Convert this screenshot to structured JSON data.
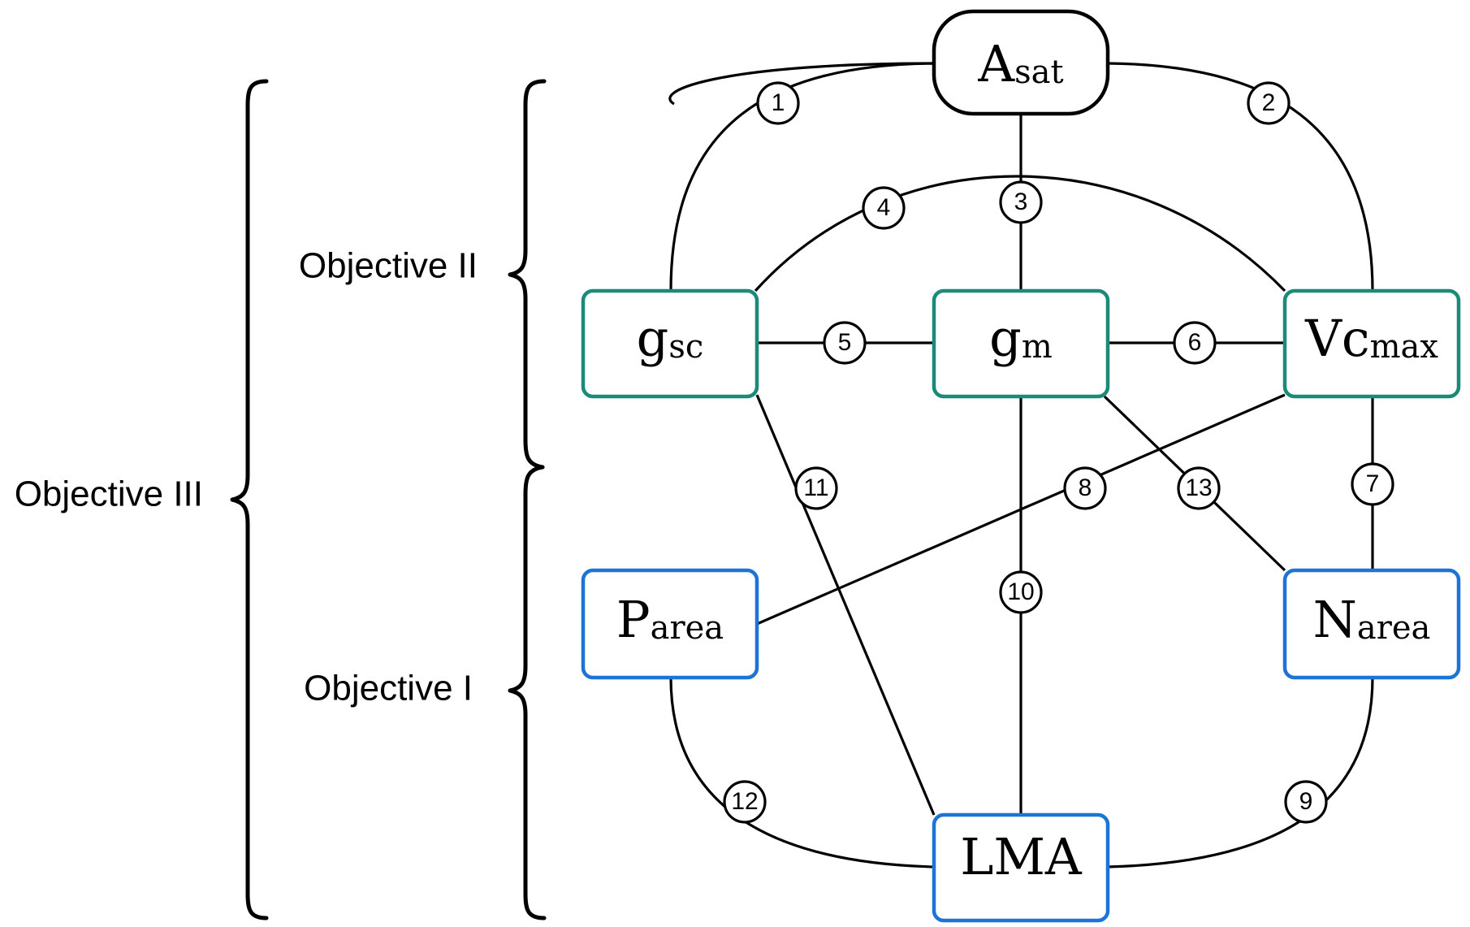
{
  "objectives": [
    {
      "id": "objective-ii",
      "label": "Objective II"
    },
    {
      "id": "objective-i",
      "label": "Objective I"
    },
    {
      "id": "objective-iii",
      "label": "Objective III"
    }
  ],
  "nodes": [
    {
      "id": "asat",
      "main": "A",
      "sub": "sat",
      "shape": "rounded",
      "color": "#000000"
    },
    {
      "id": "gsc",
      "main": "g",
      "sub": "sc",
      "shape": "rect",
      "color": "#1b8a78"
    },
    {
      "id": "gm",
      "main": "g",
      "sub": "m",
      "shape": "rect",
      "color": "#1b8a78"
    },
    {
      "id": "vcmax",
      "main": "Vc",
      "sub": "max",
      "shape": "rect",
      "color": "#1b8a78"
    },
    {
      "id": "parea",
      "main": "P",
      "sub": "area",
      "shape": "rect",
      "color": "#1e74d6"
    },
    {
      "id": "narea",
      "main": "N",
      "sub": "area",
      "shape": "rect",
      "color": "#1e74d6"
    },
    {
      "id": "lma",
      "main": "LMA",
      "sub": "",
      "shape": "rect",
      "color": "#1e74d6"
    }
  ],
  "edges": [
    {
      "label": "1",
      "from": "asat",
      "to": "gsc"
    },
    {
      "label": "2",
      "from": "asat",
      "to": "vcmax"
    },
    {
      "label": "3",
      "from": "asat",
      "to": "gm"
    },
    {
      "label": "4",
      "from": "gsc",
      "to": "vcmax"
    },
    {
      "label": "5",
      "from": "gsc",
      "to": "gm"
    },
    {
      "label": "6",
      "from": "gm",
      "to": "vcmax"
    },
    {
      "label": "7",
      "from": "vcmax",
      "to": "narea"
    },
    {
      "label": "8",
      "from": "vcmax",
      "to": "parea"
    },
    {
      "label": "9",
      "from": "narea",
      "to": "lma"
    },
    {
      "label": "10",
      "from": "gm",
      "to": "lma"
    },
    {
      "label": "11",
      "from": "gsc",
      "to": "lma"
    },
    {
      "label": "12",
      "from": "parea",
      "to": "lma"
    },
    {
      "label": "13",
      "from": "gm",
      "to": "narea"
    }
  ]
}
